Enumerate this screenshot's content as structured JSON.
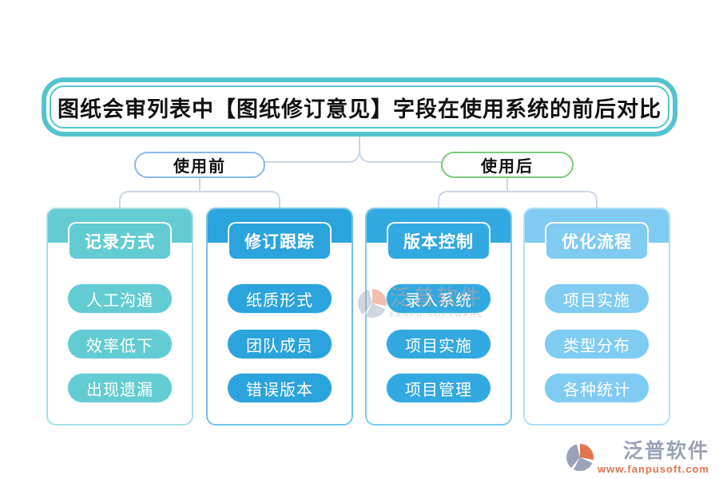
{
  "title": {
    "text": "图纸会审列表中【图纸修订意见】字段在使用系统的前后对比"
  },
  "branches": {
    "before": {
      "label": "使用前"
    },
    "after": {
      "label": "使用后"
    }
  },
  "columns": [
    {
      "id": "record-method",
      "header": "记录方式",
      "items": [
        "人工沟通",
        "效率低下",
        "出现遗漏"
      ]
    },
    {
      "id": "revision-track",
      "header": "修订跟踪",
      "items": [
        "纸质形式",
        "团队成员",
        "错误版本"
      ]
    },
    {
      "id": "version-control",
      "header": "版本控制",
      "items": [
        "录入系统",
        "项目实施",
        "项目管理"
      ]
    },
    {
      "id": "optimize-flow",
      "header": "优化流程",
      "items": [
        "项目实施",
        "类型分布",
        "各种统计"
      ]
    }
  ],
  "watermark": {
    "brand": "泛普软件",
    "subtext": "FANPU SOFTWARE"
  },
  "footer_logo": {
    "brand": "泛普软件",
    "website": "www.fanpusoft.com"
  },
  "colors": {
    "title-border": "#53c4ce",
    "node-before-border": "#8ab8eb",
    "node-after-border": "#7cc97e",
    "connector": "#cbd5e7",
    "col1": "#63ccd2",
    "col1-border": "#a5e0e4",
    "col2": "#2ba3dc",
    "col2-border": "#72c3e8",
    "col3": "#32a9e0",
    "col3-border": "#7ccaec",
    "col4": "#7fcbf2",
    "col4-border": "#b0def7",
    "logo-gray": "#9aa3b5",
    "logo-orange": "#e4744e"
  }
}
